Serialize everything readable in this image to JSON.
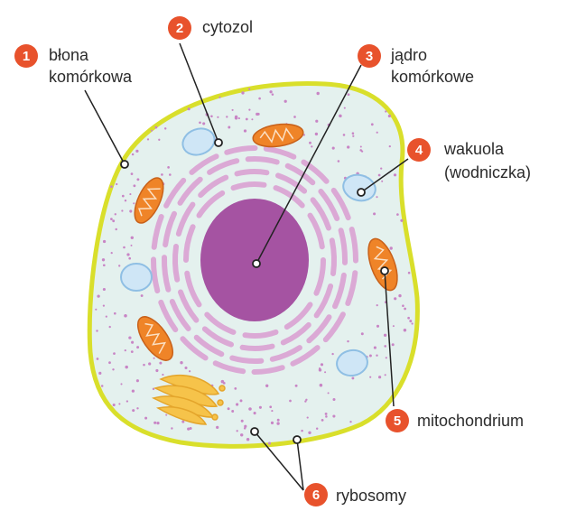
{
  "colors": {
    "membrane": "#d9df2b",
    "cytosol": "#e4f1ee",
    "nucleus": "#a553a2",
    "er": "#dba9d5",
    "mitochondrion": "#ef8428",
    "vacuole": "#cfe6f6",
    "golgi": "#f6c34a",
    "badge": "#e8522c",
    "ribosome": "#c885c5",
    "leader": "#222222"
  },
  "labels": [
    {
      "number": "1",
      "lines": [
        "błona",
        "komórkowa"
      ]
    },
    {
      "number": "2",
      "lines": [
        "cytozol"
      ]
    },
    {
      "number": "3",
      "lines": [
        "jądro",
        "komórkowe"
      ]
    },
    {
      "number": "4",
      "lines": [
        "wakuola",
        "(wodniczka)"
      ]
    },
    {
      "number": "5",
      "lines": [
        "mitochondrium"
      ]
    },
    {
      "number": "6",
      "lines": [
        "rybosomy"
      ]
    }
  ]
}
